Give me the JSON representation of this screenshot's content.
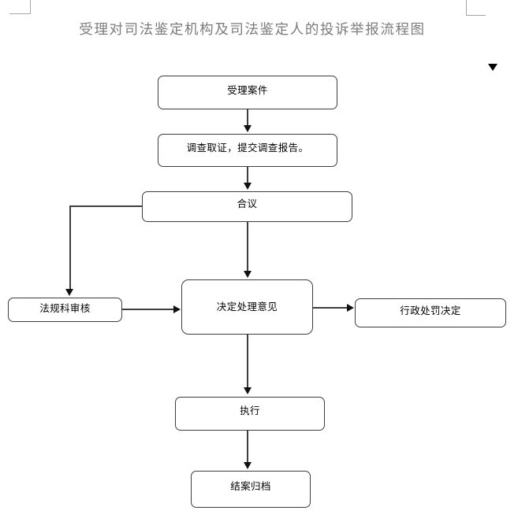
{
  "document": {
    "title": "受理对司法鉴定机构及司法鉴定人的投诉举报流程图",
    "title_color": "#7b7b7b",
    "background_color": "#ffffff",
    "node_border_color": "#3d3d3d",
    "connector_color": "#111111"
  },
  "markers": {
    "corner_top_left": "",
    "corner_top_right": "",
    "scroll_triangle": ""
  },
  "flowchart": {
    "type": "flowchart",
    "nodes": [
      {
        "id": "accept",
        "label": "受理案件",
        "shape": "rounded-rect"
      },
      {
        "id": "invest",
        "label": "调查取证，提交调查报告。",
        "shape": "rounded-rect"
      },
      {
        "id": "council",
        "label": "合议",
        "shape": "rounded-rect"
      },
      {
        "id": "review",
        "label": "法规科审核",
        "shape": "rounded-rect"
      },
      {
        "id": "decision",
        "label": "决定处理意见",
        "shape": "rounded-rect"
      },
      {
        "id": "penalty",
        "label": "行政处罚决定",
        "shape": "rounded-rect"
      },
      {
        "id": "execute",
        "label": "执行",
        "shape": "rounded-rect"
      },
      {
        "id": "archive",
        "label": "结案归档",
        "shape": "rounded-rect"
      }
    ],
    "edges": [
      {
        "from": "accept",
        "to": "invest",
        "direction": "down"
      },
      {
        "from": "invest",
        "to": "council",
        "direction": "down"
      },
      {
        "from": "council",
        "to": "decision",
        "direction": "down"
      },
      {
        "from": "council",
        "to": "review",
        "direction": "left-down"
      },
      {
        "from": "review",
        "to": "decision",
        "direction": "right"
      },
      {
        "from": "decision",
        "to": "penalty",
        "direction": "right"
      },
      {
        "from": "decision",
        "to": "execute",
        "direction": "down"
      },
      {
        "from": "execute",
        "to": "archive",
        "direction": "down"
      }
    ]
  }
}
